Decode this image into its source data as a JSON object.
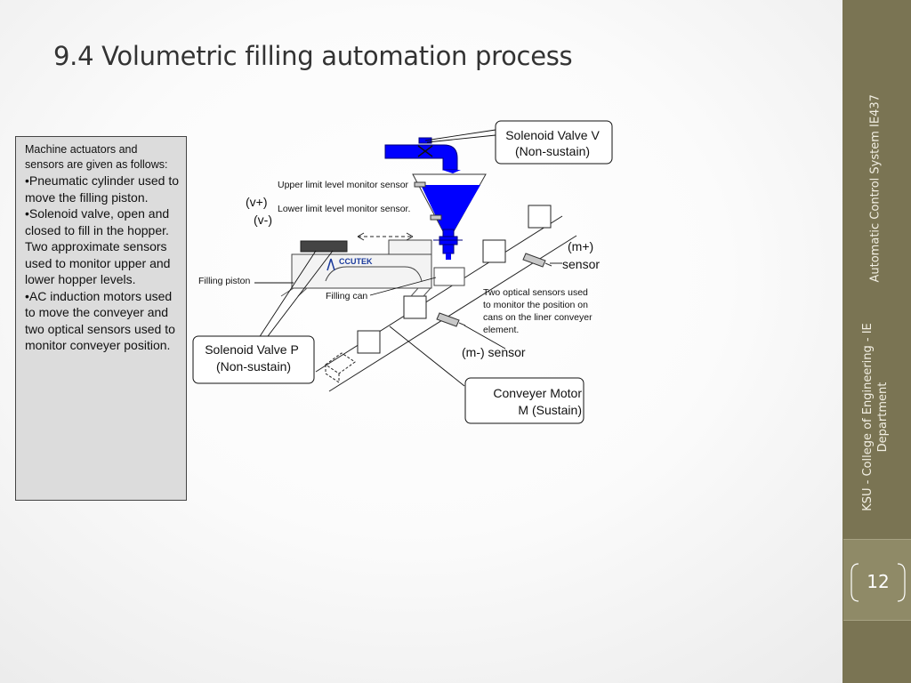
{
  "slide": {
    "title": "9.4  Volumetric filling automation process",
    "side_course": "Automatic Control System IE437",
    "side_dept_line1": "KSU - College of Engineering - IE",
    "side_dept_line2": "Department",
    "page_number": "12"
  },
  "info": {
    "intro": "Machine actuators and sensors are given as follows:",
    "bullets": [
      "•Pneumatic cylinder used to move the filling piston.",
      "•Solenoid valve, open and closed to fill in the hopper. Two approximate sensors used to monitor upper and lower hopper levels.",
      "•AC induction motors used to move the conveyer and two optical sensors used to monitor conveyer position."
    ]
  },
  "diagram": {
    "callout_valve_v": [
      "Solenoid Valve V",
      "(Non-sustain)"
    ],
    "callout_valve_p": [
      "Solenoid Valve P",
      "(Non-sustain)"
    ],
    "callout_motor": [
      "Conveyer Motor",
      "M (Sustain)"
    ],
    "upper_sensor": "Upper limit level monitor sensor",
    "lower_sensor": "Lower limit level monitor sensor.",
    "v_plus": "(v+)",
    "v_minus": "(v-)",
    "filling_piston": "Filling piston",
    "filling_can": "Filling can",
    "m_plus": "(m+)",
    "m_plus_sensor": "sensor",
    "m_minus_sensor": "(m-) sensor",
    "optical_note": [
      "Two optical sensors used",
      "to monitor the position on",
      "cans on the liner conveyer",
      "element."
    ],
    "logo": "CCUTEK"
  },
  "colors": {
    "panel": "#7a7453",
    "hopper": "#0000ff",
    "info_bg": "#dcdcdc"
  }
}
